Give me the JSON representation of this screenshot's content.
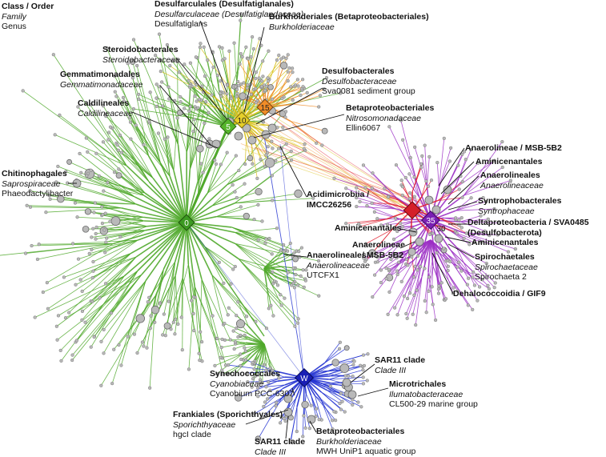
{
  "legend": {
    "order": "Class / Order",
    "family": "Family",
    "genus": "Genus"
  },
  "hub_labels": [
    "5",
    "10",
    "15",
    "0",
    "35",
    "30",
    "W"
  ],
  "colors": {
    "green": "#4fa82a",
    "yellow": "#d8c11c",
    "orange": "#f08c28",
    "red": "#e02030",
    "purple": "#9b2fc4",
    "blue": "#1f2fd0",
    "node": "#b9b9b9"
  },
  "annotations": [
    {
      "order": "Desulfarculales (Desulfatiglanales)",
      "family": "Desulfarculaceae (Desulfatiglandaceae)",
      "genus": "Desulfatiglans"
    },
    {
      "order": "Burkholderiales (Betaproteobacteriales)",
      "family": "Burkholderiaceae",
      "genus": ""
    },
    {
      "order": "Steroidobacterales",
      "family": "Steroidobacteraceae",
      "genus": ""
    },
    {
      "order": "Gemmatimonadales",
      "family": "Gemmatimonadaceae",
      "genus": ""
    },
    {
      "order": "Desulfobacterales",
      "family": "Desulfobacteraceae",
      "genus": "Sva0081 sediment group"
    },
    {
      "order": "Caldilineales",
      "family": "Caldilineaceae",
      "genus": ""
    },
    {
      "order": "Betaproteobacteriales",
      "family": "Nitrosomonadaceae",
      "genus": "Ellin6067"
    },
    {
      "order": "Chitinophagales",
      "family": "Saprospiraceae",
      "genus": "Phaeodactylibacter"
    },
    {
      "order": "Acidimicrobiia / IMCC26256",
      "family": "",
      "genus": ""
    },
    {
      "order": "Anaerolineales",
      "family": "Anaerolineaceae",
      "genus": "UTCFX1"
    },
    {
      "order": "Anaerolineae / MSB-5B2",
      "family": "",
      "genus": ""
    },
    {
      "order": "Aminicenantales",
      "family": "",
      "genus": ""
    },
    {
      "order": "Anaerolineales",
      "family": "Anaerolineaceae",
      "genus": ""
    },
    {
      "order": "Syntrophobacterales",
      "family": "Syntrophaceae",
      "genus": ""
    },
    {
      "order": "Deltaproteobacteria / SVA0485 (Desulfobacterota)",
      "family": "",
      "genus": ""
    },
    {
      "order": "Aminicenantales",
      "family": "",
      "genus": ""
    },
    {
      "order": "Aminicenantales",
      "family": "",
      "genus": ""
    },
    {
      "order": "Anaerolineae / MSB-5B2",
      "family": "",
      "genus": ""
    },
    {
      "order": "Spirochaetales",
      "family": "Spirochaetaceae",
      "genus": "Spirochaeta 2"
    },
    {
      "order": "Dehalococcoidia / GIF9",
      "family": "",
      "genus": ""
    },
    {
      "order": "SAR11 clade",
      "family": "Clade III",
      "genus": ""
    },
    {
      "order": "Synechococcales",
      "family": "Cyanobiaceae",
      "genus": "Cyanobium PCC-6307"
    },
    {
      "order": "Microtrichales",
      "family": "Ilumatobacteraceae",
      "genus": "CL500-29 marine group"
    },
    {
      "order": "Frankiales (Sporichthyales)",
      "family": "Sporichthyaceae",
      "genus": "hgcI clade"
    },
    {
      "order": "SAR11 clade",
      "family": "Clade III",
      "genus": ""
    },
    {
      "order": "Betaproteobacteriales",
      "family": "Burkholderiaceae",
      "genus": "MWH UniP1 aquatic group"
    }
  ]
}
